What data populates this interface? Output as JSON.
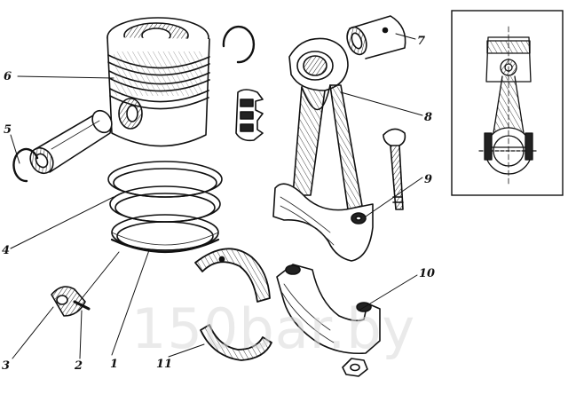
{
  "labels": {
    "l1": "1",
    "l2": "2",
    "l3": "3",
    "l4": "4",
    "l5": "5",
    "l6": "6",
    "l7": "7",
    "l8": "8",
    "l9": "9",
    "l10": "10",
    "l11": "11"
  },
  "watermark": "150bar.by"
}
